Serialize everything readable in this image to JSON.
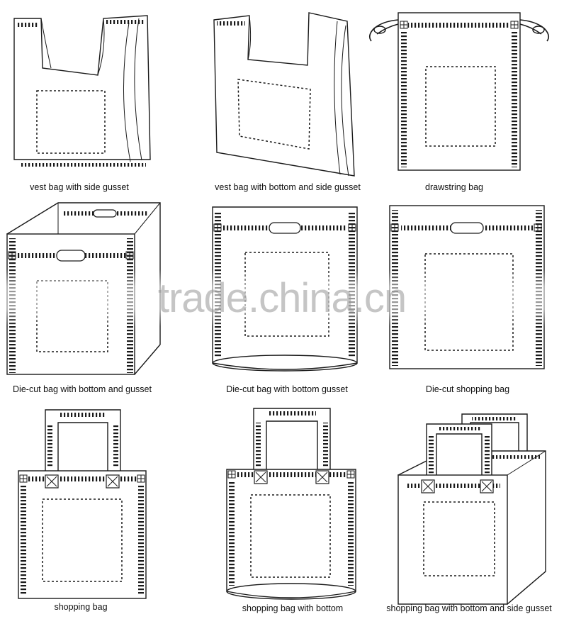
{
  "colors": {
    "line": "#1a1a1a",
    "background": "#ffffff",
    "watermark": "#969696"
  },
  "watermark": {
    "text": "trade.china.cn"
  },
  "bags": [
    {
      "id": "vest-side",
      "label": "vest bag with side gusset"
    },
    {
      "id": "vest-bottom-side",
      "label": "vest bag with bottom and side gusset"
    },
    {
      "id": "drawstring",
      "label": "drawstring bag"
    },
    {
      "id": "diecut-bottom-gusset",
      "label": "Die-cut bag with bottom and gusset"
    },
    {
      "id": "diecut-bottom",
      "label": "Die-cut bag with bottom gusset"
    },
    {
      "id": "diecut-shopping",
      "label": "Die-cut shopping bag"
    },
    {
      "id": "shopping",
      "label": "shopping bag"
    },
    {
      "id": "shopping-bottom",
      "label": "shopping bag with bottom"
    },
    {
      "id": "shopping-bottom-side",
      "label": "shopping bag with bottom and side gusset"
    }
  ]
}
